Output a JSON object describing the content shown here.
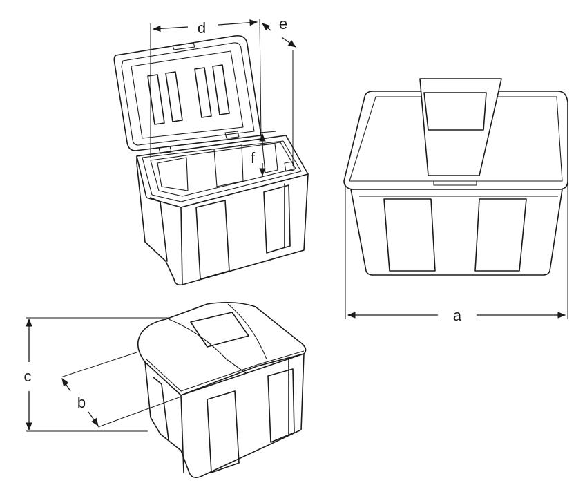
{
  "dimension_labels": {
    "a": "a",
    "b": "b",
    "c": "c",
    "d": "d",
    "e": "e",
    "f": "f"
  },
  "colors": {
    "stroke": "#1a1a1a",
    "background": "#ffffff"
  }
}
